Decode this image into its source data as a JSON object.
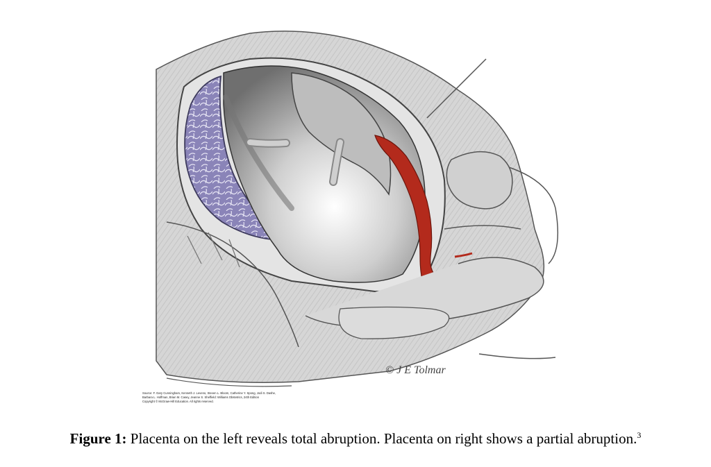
{
  "figure": {
    "label": "Figure 1:",
    "caption": " Placenta on the left reveals total abruption. Placenta on right shows a partial abruption.",
    "reference": "3"
  },
  "illustration": {
    "signature": "© J E Tolmar",
    "credit_lines": [
      "Source: F. Gary Cunningham, Kenneth J. Leveno, Steven L. Bloom, Catherine Y. Spong, Jodi S. Dashe,",
      "Barbara L. Hoffman, Brian M. Casey, Jeanne S. Sheffield: Williams Obstetrics, 24th Edition",
      "Copyright © McGraw-Hill Education.    All rights reserved."
    ],
    "colors": {
      "total_abruption_placenta": "#8a84b8",
      "partial_abruption_hemorrhage": "#b32a1c",
      "tissue": "#d9d9d9"
    }
  }
}
